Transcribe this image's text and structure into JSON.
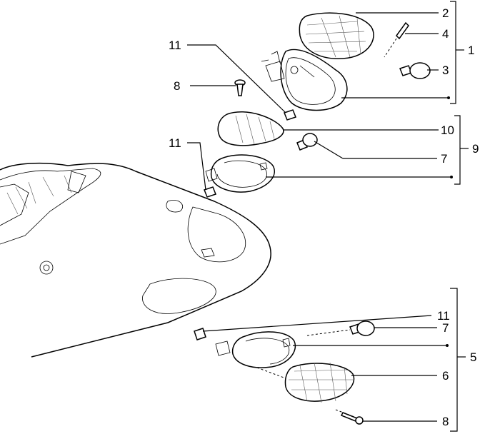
{
  "callouts": [
    {
      "id": "c2",
      "text": "2"
    },
    {
      "id": "c4",
      "text": "4"
    },
    {
      "id": "c3",
      "text": "3"
    },
    {
      "id": "c1",
      "text": "1"
    },
    {
      "id": "c11a",
      "text": "11"
    },
    {
      "id": "c8a",
      "text": "8"
    },
    {
      "id": "c10",
      "text": "10"
    },
    {
      "id": "c11b",
      "text": "11"
    },
    {
      "id": "c7a",
      "text": "7"
    },
    {
      "id": "c9",
      "text": "9"
    },
    {
      "id": "c11c",
      "text": "11"
    },
    {
      "id": "c7b",
      "text": "7"
    },
    {
      "id": "c5",
      "text": "5"
    },
    {
      "id": "c6",
      "text": "6"
    },
    {
      "id": "c8b",
      "text": "8"
    }
  ]
}
